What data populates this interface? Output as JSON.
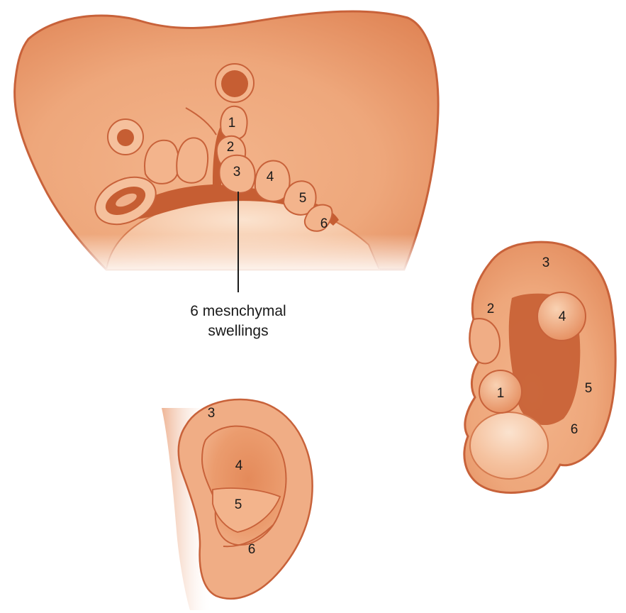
{
  "colors": {
    "skin_light": "#f7c7a3",
    "skin_mid": "#ec9f72",
    "skin_dark": "#d9774a",
    "skin_deep": "#c65e33",
    "outline": "#c8623a",
    "text": "#1a1a1a"
  },
  "caption": {
    "line1": "6 mesnchymal",
    "line2": "swellings"
  },
  "embryo_labels": [
    "1",
    "2",
    "3",
    "4",
    "5",
    "6"
  ],
  "intermediate_labels": [
    "1",
    "2",
    "3",
    "4",
    "5",
    "6"
  ],
  "adult_ear_labels": [
    "3",
    "4",
    "5",
    "6"
  ]
}
